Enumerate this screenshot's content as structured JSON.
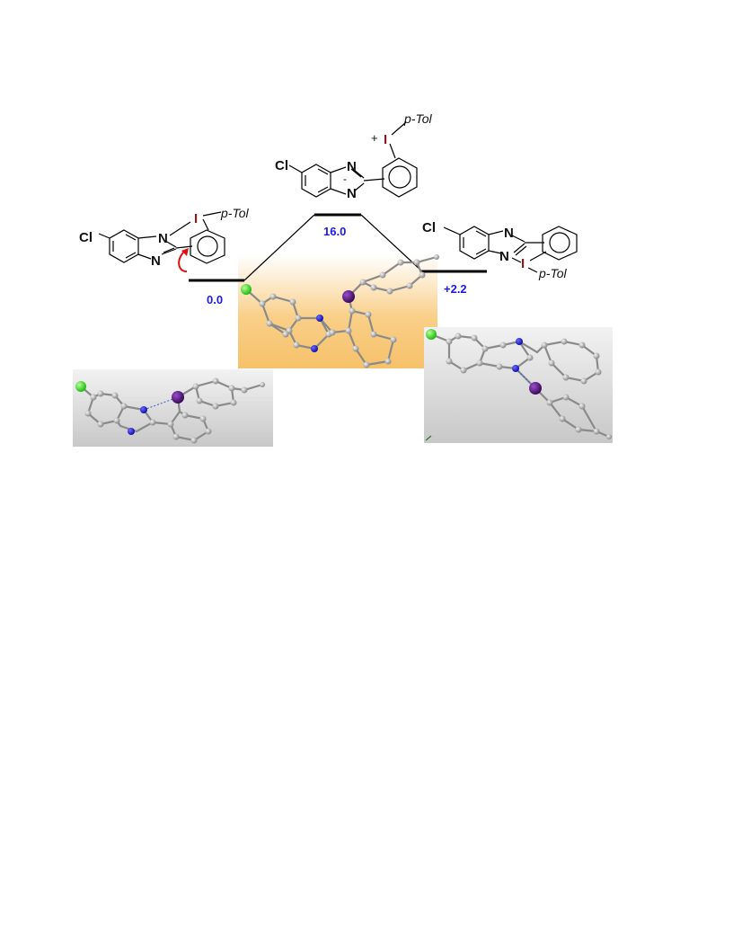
{
  "energies": {
    "reactant": "0.0",
    "transition_state": "16.0",
    "product": "+2.2"
  },
  "structures": {
    "ts": {
      "substituent": "Cl",
      "charge": "+",
      "iodine": "I",
      "aryl": "p-Tol",
      "n_top": "N",
      "n_bottom": "N",
      "anion_sign": "-"
    },
    "reactant": {
      "substituent": "Cl",
      "iodine": "I",
      "aryl": "p-Tol",
      "n_top": "N",
      "n_bottom": "N"
    },
    "product": {
      "substituent": "Cl",
      "iodine": "I",
      "aryl": "p-Tol",
      "n_top": "N",
      "n_bottom": "N"
    }
  },
  "colors": {
    "energy_label": "#1a1aee",
    "iodine_label": "#8b1a1a",
    "rotation_arrow": "#e01010",
    "ts_highlight": "#f7c77a",
    "atom_carbon": "#b8b8b8",
    "atom_nitrogen": "#1f1fd0",
    "atom_iodine": "#4b1170",
    "atom_chlorine": "#33dd22"
  },
  "icons": {
    "rotation": "curved-rotation-arrow"
  }
}
